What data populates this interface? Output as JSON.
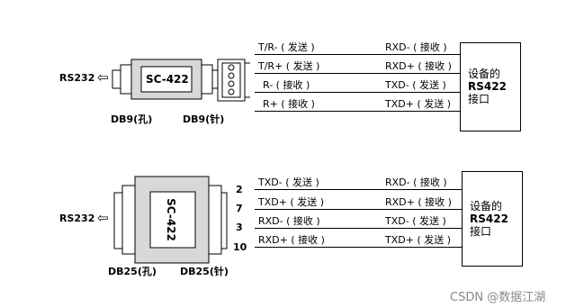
{
  "diagram1": {
    "rs232_label": "RS232",
    "arrow": "⇦",
    "adapter_label": "SC-422",
    "db9_female": "DB9(孔)",
    "db9_male": "DB9(针)",
    "signals": [
      {
        "left": "T/R- ( 发送 )",
        "right": "RXD- ( 接收 )"
      },
      {
        "left": "T/R+ ( 发送 )",
        "right": "RXD+ ( 接收 )"
      },
      {
        "left": "R- ( 接收 )",
        "right": "TXD- ( 发送 )"
      },
      {
        "left": "R+ ( 接收 )",
        "right": "TXD+ ( 发送 )"
      }
    ],
    "device": {
      "line1": "设备的",
      "line2": "RS422",
      "line3": "接口"
    }
  },
  "diagram2": {
    "rs232_label": "RS232",
    "arrow": "⇦",
    "adapter_label": "SC-422",
    "db25_female": "DB25(孔)",
    "db25_male": "DB25(针)",
    "pins": [
      "2",
      "7",
      "3",
      "10"
    ],
    "signals": [
      {
        "left": "TXD- ( 发送 )",
        "right": "RXD- ( 接收 )"
      },
      {
        "left": "TXD+ ( 发送 )",
        "right": "RXD+ ( 接收 )"
      },
      {
        "left": "RXD- ( 接收 )",
        "right": "TXD- ( 发送 )"
      },
      {
        "left": "RXD+ ( 接收 )",
        "right": "TXD+ ( 发送 )"
      }
    ],
    "device": {
      "line1": "设备的",
      "line2": "RS422",
      "line3": "接口"
    }
  },
  "watermark": "CSDN @数据江湖"
}
